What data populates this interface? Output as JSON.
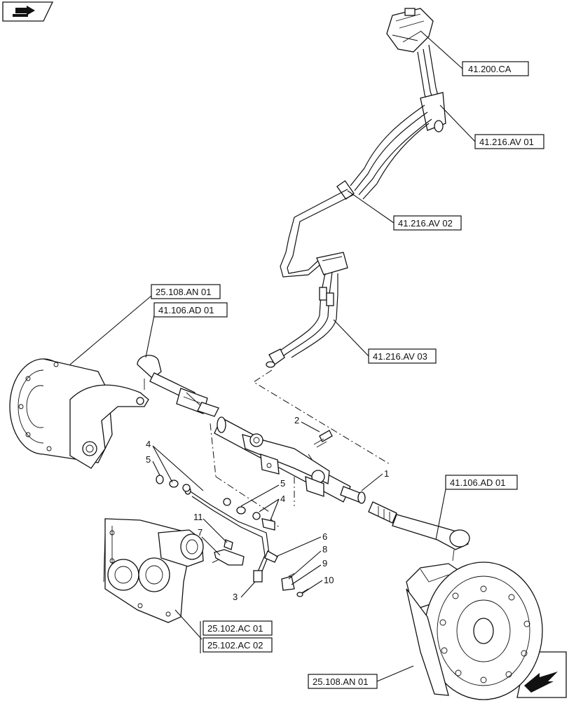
{
  "references": [
    {
      "id": "r1",
      "text": "41.200.CA"
    },
    {
      "id": "r2",
      "text": "41.216.AV 01"
    },
    {
      "id": "r3",
      "text": "41.216.AV 02"
    },
    {
      "id": "r4",
      "text": "41.216.AV 03"
    },
    {
      "id": "r5",
      "text": "25.108.AN 01"
    },
    {
      "id": "r6",
      "text": "41.106.AD 01"
    },
    {
      "id": "r7",
      "text": "41.106.AD 01"
    },
    {
      "id": "r8",
      "text": "25.102.AC 01"
    },
    {
      "id": "r9",
      "text": "25.102.AC 02"
    },
    {
      "id": "r10",
      "text": "25.108.AN 01"
    }
  ],
  "callouts": [
    {
      "id": "c1",
      "text": "1"
    },
    {
      "id": "c2",
      "text": "2"
    },
    {
      "id": "c3",
      "text": "3"
    },
    {
      "id": "c4a",
      "text": "4"
    },
    {
      "id": "c4b",
      "text": "4"
    },
    {
      "id": "c5a",
      "text": "5"
    },
    {
      "id": "c5b",
      "text": "5"
    },
    {
      "id": "c6",
      "text": "6"
    },
    {
      "id": "c7",
      "text": "7"
    },
    {
      "id": "c8",
      "text": "8"
    },
    {
      "id": "c9",
      "text": "9"
    },
    {
      "id": "c10",
      "text": "10"
    },
    {
      "id": "c11",
      "text": "11"
    }
  ],
  "icons": {
    "top_left": "book-arrow-icon",
    "bottom_right": "next-page-arrow-icon"
  }
}
